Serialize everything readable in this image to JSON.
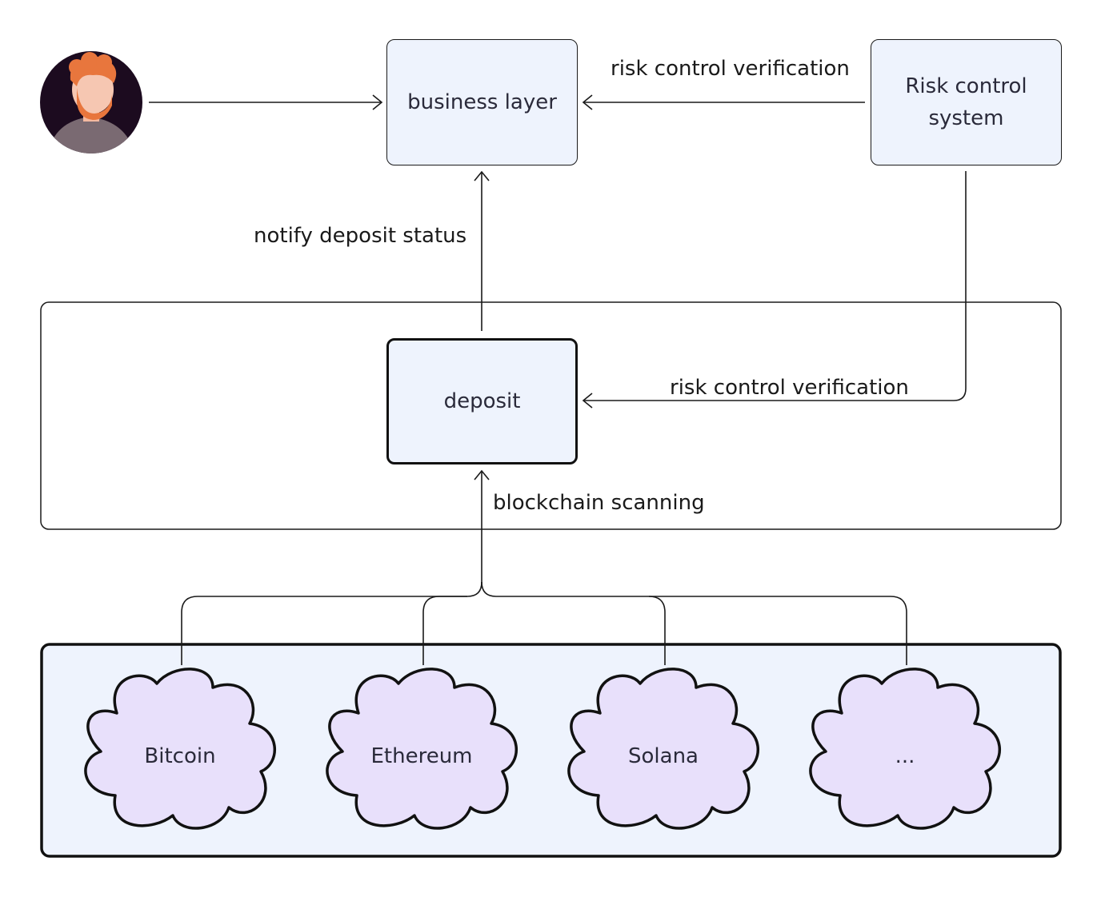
{
  "nodes": {
    "business": "business layer",
    "risk_line1": "Risk control",
    "risk_line2": "system",
    "deposit": "deposit"
  },
  "edges": {
    "risk_to_business": "risk control verification",
    "deposit_to_business": "notify deposit status",
    "risk_to_deposit": "risk control verification",
    "chains_to_deposit": "blockchain scanning"
  },
  "chains": [
    "Bitcoin",
    "Ethereum",
    "Solana",
    "..."
  ],
  "colors": {
    "node_fill": "#eef3fd",
    "cloud_fill": "#e8e0fb",
    "stroke": "#111111",
    "avatar_bg": "#1c0b1f",
    "avatar_hair": "#e8763d"
  }
}
